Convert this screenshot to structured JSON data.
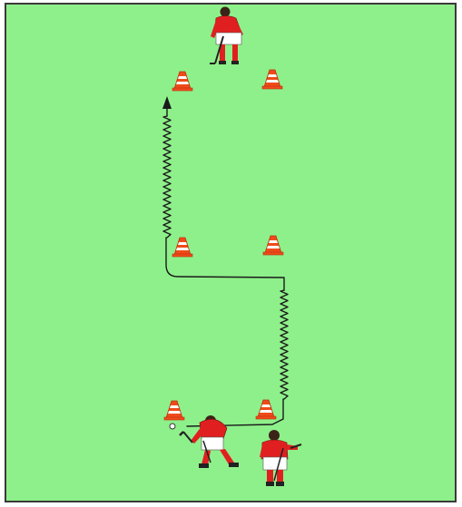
{
  "diagram": {
    "kind": "field hockey dribbling drill",
    "pitch_color": "#8ef08a",
    "border_color": "#3a3a3a",
    "cone_color": "#f04a1a",
    "cone_stripe_color": "#ffffff",
    "player_shirt_color": "#e02020",
    "player_shorts_color": "#ffffff",
    "path_color": "#1a1a1a",
    "elements": {
      "cones": 6,
      "players": 3,
      "balls": 1,
      "dribble_paths": 1
    }
  }
}
